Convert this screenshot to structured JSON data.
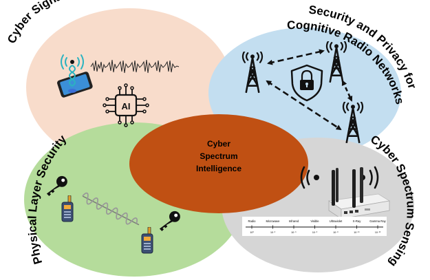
{
  "colors": {
    "signal": "#f8dccb",
    "privacy": "#c3def0",
    "physical": "#b5dc9b",
    "sensing": "#d6d6d6",
    "center": "#c05013",
    "ink": "#111111"
  },
  "labels": {
    "signal": "Cyber Signal Intelligence",
    "privacy_line1": "Security and Privacy for",
    "privacy_line2": "Cognitive Radio Networks",
    "physical": "Physical Layer Security",
    "sensing": "Cyber Spectrum Sensing"
  },
  "center": {
    "line1": "Cyber",
    "line2": "Spectrum",
    "line3": "Intelligence"
  },
  "ai_chip": {
    "text": "AI"
  },
  "spectrum": {
    "bands": [
      "Radio",
      "Microwave",
      "Infrared",
      "Visible",
      "Ultraviolet",
      "X-Ray",
      "Gamma Ray"
    ],
    "exponents": [
      "10³",
      "10⁻²",
      "10⁻⁵",
      "10⁻⁶",
      "10⁻⁸",
      "10⁻¹⁰",
      "10⁻¹²"
    ]
  },
  "icons": {
    "signal": [
      "smartphone-icon",
      "dna-antenna-icon",
      "waveform-icon",
      "ai-chip-icon"
    ],
    "privacy": [
      "cell-tower-icon",
      "padlock-shield-icon"
    ],
    "physical": [
      "key-icon",
      "walkie-talkie-icon",
      "helical-antenna-icon"
    ],
    "sensing": [
      "spectrum-router-icon",
      "signal-waves-icon"
    ]
  }
}
